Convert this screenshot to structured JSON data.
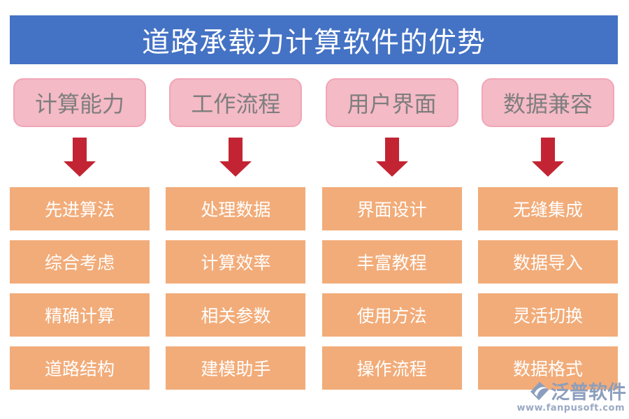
{
  "title": "道路承载力计算软件的优势",
  "columns": [
    {
      "header": "计算能力",
      "items": [
        "先进算法",
        "综合考虑",
        "精确计算",
        "道路结构"
      ]
    },
    {
      "header": "工作流程",
      "items": [
        "处理数据",
        "计算效率",
        "相关参数",
        "建模助手"
      ]
    },
    {
      "header": "用户界面",
      "items": [
        "界面设计",
        "丰富教程",
        "使用方法",
        "操作流程"
      ]
    },
    {
      "header": "数据兼容",
      "items": [
        "无缝集成",
        "数据导入",
        "灵活切换",
        "数据格式"
      ]
    }
  ],
  "watermark": {
    "brand": "泛普软件",
    "url": "www.fanpusoft.com"
  },
  "colors": {
    "title-bg": "#4472C4",
    "title-fg": "#FFFFFF",
    "header-bg": "#F4BAC6",
    "header-border": "#F0A6B6",
    "header-fg": "#7E7E7E",
    "arrow": "#C32433",
    "item-bg": "#F2AC79",
    "item-fg": "#FFFFFF",
    "watermark": "#8C9EBD",
    "wm-url": "#9AA9C4"
  }
}
